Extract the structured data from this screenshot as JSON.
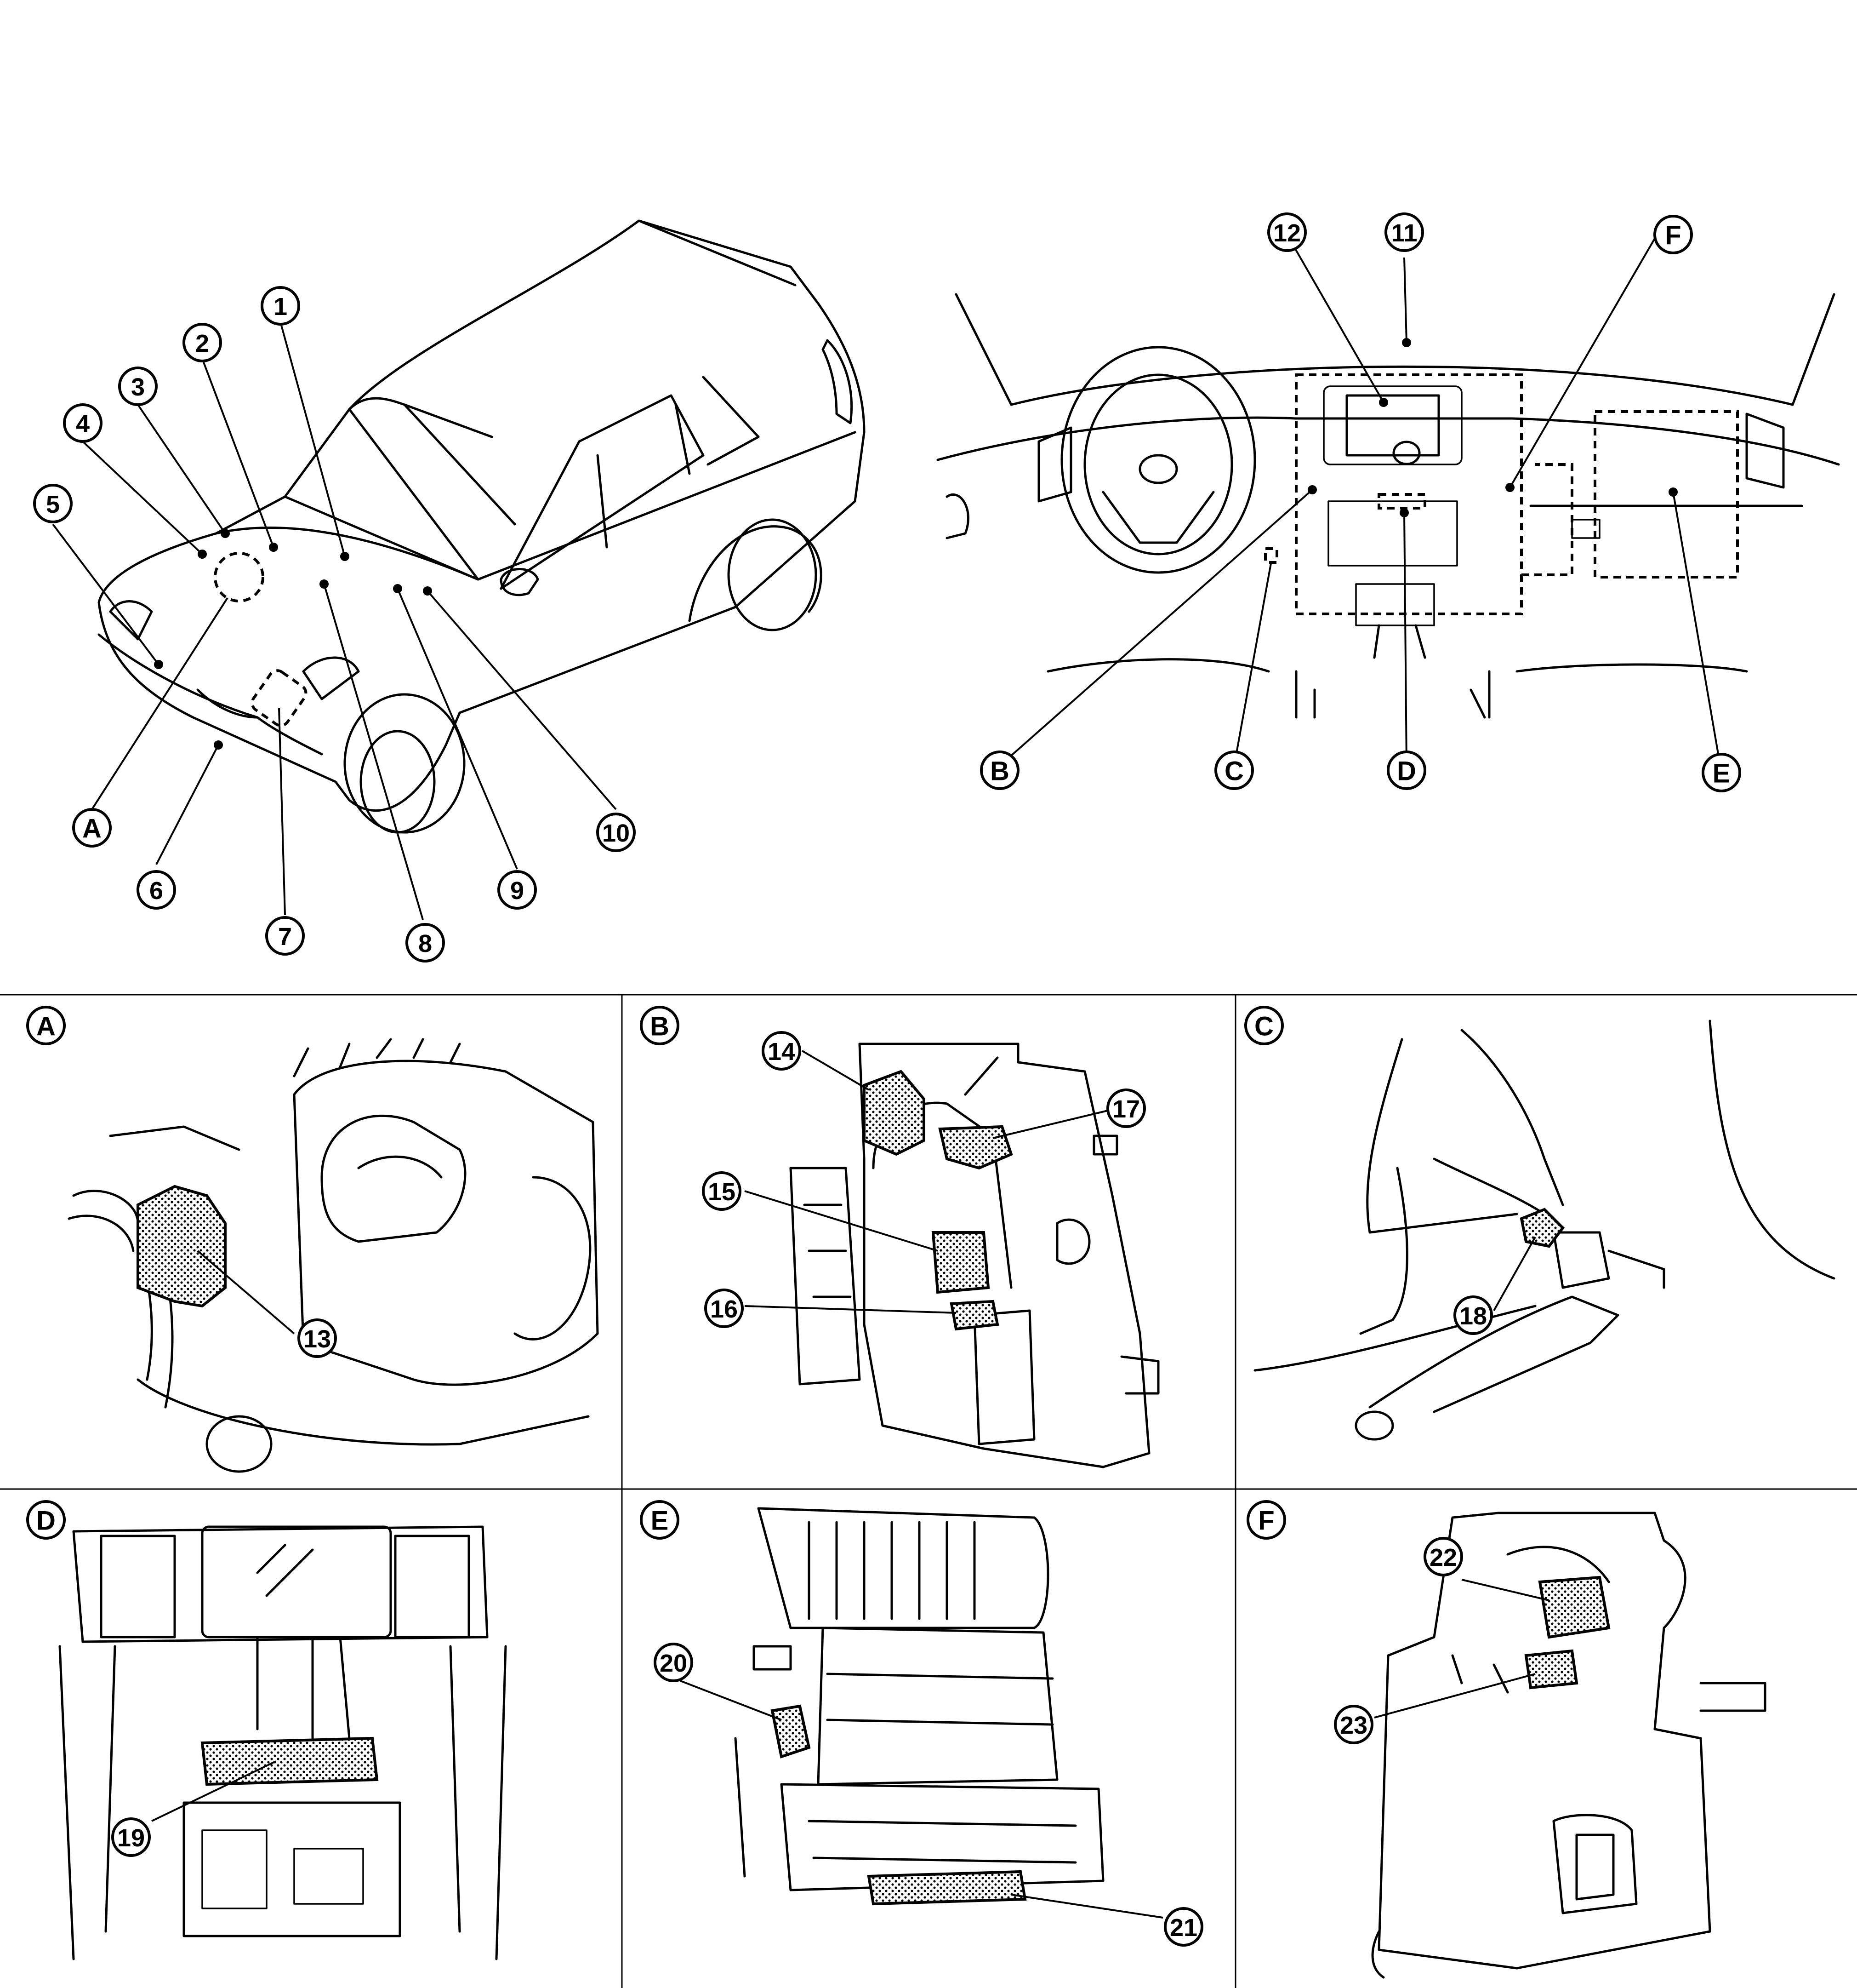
{
  "component_callouts": [
    "1",
    "2",
    "3",
    "4",
    "5",
    "6",
    "7",
    "8",
    "9",
    "10",
    "11",
    "12",
    "13",
    "14",
    "15",
    "16",
    "17",
    "18",
    "19",
    "20",
    "21",
    "22",
    "23"
  ],
  "area_callouts": [
    "A",
    "B",
    "C",
    "D",
    "E",
    "F"
  ],
  "detail_panels": [
    {
      "label": "A",
      "callouts": [
        "13"
      ]
    },
    {
      "label": "B",
      "callouts": [
        "14",
        "15",
        "16",
        "17"
      ]
    },
    {
      "label": "C",
      "callouts": [
        "18"
      ]
    },
    {
      "label": "D",
      "callouts": [
        "19"
      ]
    },
    {
      "label": "E",
      "callouts": [
        "20",
        "21"
      ]
    },
    {
      "label": "F",
      "callouts": [
        "22",
        "23"
      ]
    }
  ]
}
